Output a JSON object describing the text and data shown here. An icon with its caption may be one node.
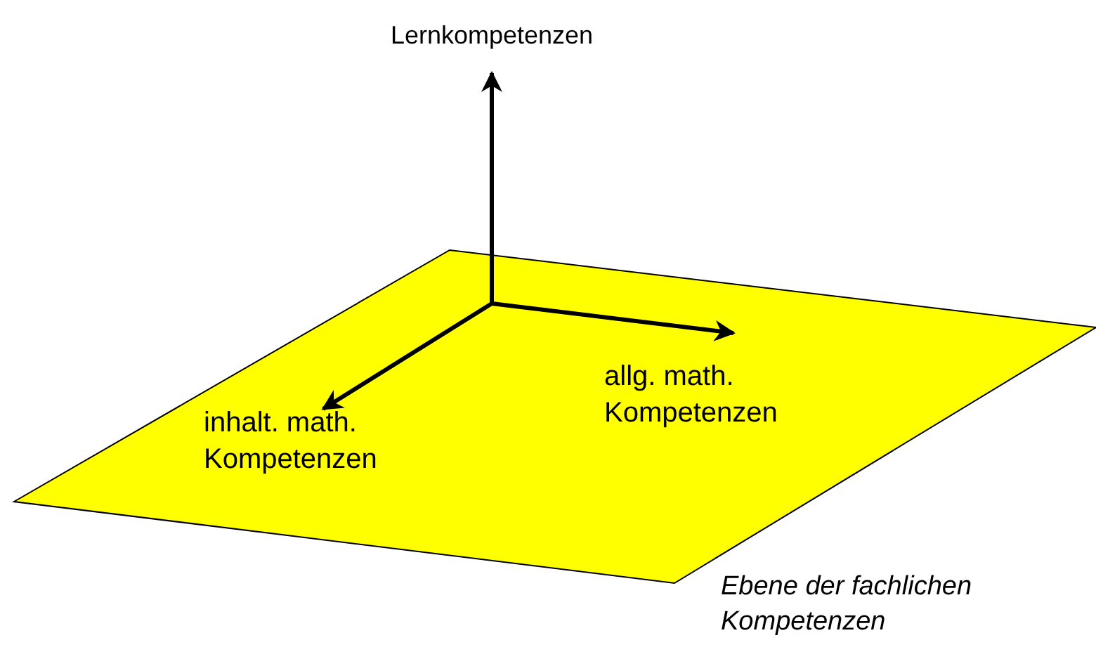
{
  "diagram": {
    "nodes": [
      {
        "text": [],
        "shape": "parallelogram",
        "beside": [
          "Ebene der fachlichen Kompetenzen"
        ]
      }
    ],
    "labels": [
      "Lernkompetenzen",
      "allg. math. Kompetenzen",
      "inhalt. math. Kompetenzen"
    ]
  }
}
